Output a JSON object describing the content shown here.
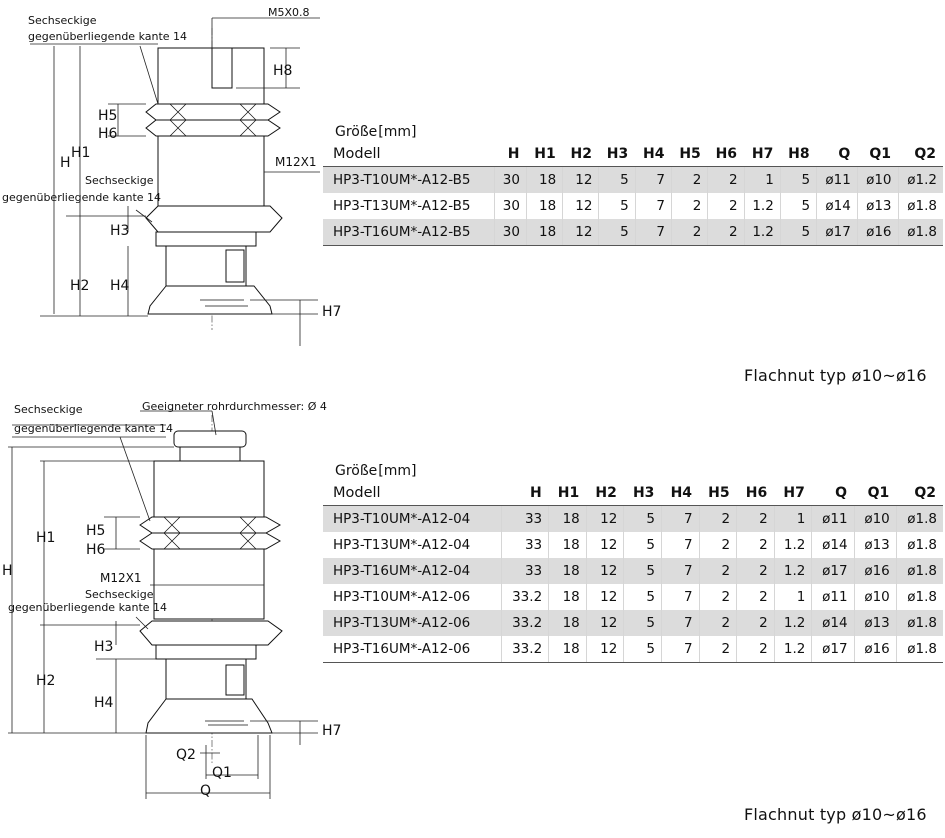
{
  "top": {
    "labels": {
      "hex_top_a": "Sechseckige",
      "hex_top_b": "gegenüberliegende kante 14",
      "thread_top": "M5X0.8",
      "h8": "H8",
      "h5": "H5",
      "h6": "H6",
      "h": "H",
      "h1": "H1",
      "m12": "M12X1",
      "hex_mid_a": "Sechseckige",
      "hex_mid_b": "gegenüberliegende kante 14",
      "h3": "H3",
      "h2": "H2",
      "h4": "H4",
      "h7": "H7"
    },
    "size_label": "Größe",
    "unit": "[mm]",
    "columns": [
      "Modell",
      "H",
      "H1",
      "H2",
      "H3",
      "H4",
      "H5",
      "H6",
      "H7",
      "H8",
      "Q",
      "Q1",
      "Q2"
    ],
    "rows": [
      [
        "HP3-T10UM*-A12-B5",
        "30",
        "18",
        "12",
        "5",
        "7",
        "2",
        "2",
        "1",
        "5",
        "ø11",
        "ø10",
        "ø1.2"
      ],
      [
        "HP3-T13UM*-A12-B5",
        "30",
        "18",
        "12",
        "5",
        "7",
        "2",
        "2",
        "1.2",
        "5",
        "ø14",
        "ø13",
        "ø1.8"
      ],
      [
        "HP3-T16UM*-A12-B5",
        "30",
        "18",
        "12",
        "5",
        "7",
        "2",
        "2",
        "1.2",
        "5",
        "ø17",
        "ø16",
        "ø1.8"
      ]
    ],
    "footer": "Flachnut typ ø10~ø16"
  },
  "bottom": {
    "labels": {
      "hex_top_a": "Sechseckige",
      "hex_top_b": "gegenüberliegende kante 14",
      "tube": "Geeigneter rohrdurchmesser: Ø 4",
      "h": "H",
      "h1": "H1",
      "h5": "H5",
      "h6": "H6",
      "m12": "M12X1",
      "hex_mid_a": "Sechseckige",
      "hex_mid_b": "gegenüberliegende kante 14",
      "h3": "H3",
      "h2": "H2",
      "h4": "H4",
      "h7": "H7",
      "q2": "Q2",
      "q1": "Q1",
      "q": "Q"
    },
    "size_label": "Größe",
    "unit": "[mm]",
    "columns": [
      "Modell",
      "H",
      "H1",
      "H2",
      "H3",
      "H4",
      "H5",
      "H6",
      "H7",
      "Q",
      "Q1",
      "Q2"
    ],
    "rows": [
      [
        "HP3-T10UM*-A12-04",
        "33",
        "18",
        "12",
        "5",
        "7",
        "2",
        "2",
        "1",
        "ø11",
        "ø10",
        "ø1.8"
      ],
      [
        "HP3-T13UM*-A12-04",
        "33",
        "18",
        "12",
        "5",
        "7",
        "2",
        "2",
        "1.2",
        "ø14",
        "ø13",
        "ø1.8"
      ],
      [
        "HP3-T16UM*-A12-04",
        "33",
        "18",
        "12",
        "5",
        "7",
        "2",
        "2",
        "1.2",
        "ø17",
        "ø16",
        "ø1.8"
      ],
      [
        "HP3-T10UM*-A12-06",
        "33.2",
        "18",
        "12",
        "5",
        "7",
        "2",
        "2",
        "1",
        "ø11",
        "ø10",
        "ø1.8"
      ],
      [
        "HP3-T13UM*-A12-06",
        "33.2",
        "18",
        "12",
        "5",
        "7",
        "2",
        "2",
        "1.2",
        "ø14",
        "ø13",
        "ø1.8"
      ],
      [
        "HP3-T16UM*-A12-06",
        "33.2",
        "18",
        "12",
        "5",
        "7",
        "2",
        "2",
        "1.2",
        "ø17",
        "ø16",
        "ø1.8"
      ]
    ],
    "footer": "Flachnut typ ø10~ø16"
  }
}
